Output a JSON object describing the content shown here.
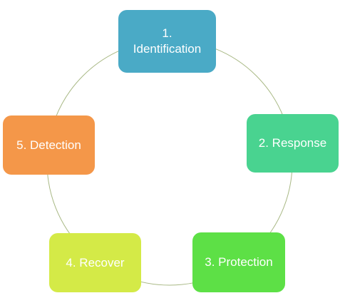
{
  "diagram": {
    "type": "cycle",
    "ring_color": "#a8b884",
    "steps": [
      {
        "label": "1.\nIdentification",
        "color": "#4aaac6"
      },
      {
        "label": "2. Response",
        "color": "#49d390"
      },
      {
        "label": "3. Protection",
        "color": "#5de046"
      },
      {
        "label": "4. Recover",
        "color": "#d4ea47"
      },
      {
        "label": "5. Detection",
        "color": "#f49749"
      }
    ]
  }
}
